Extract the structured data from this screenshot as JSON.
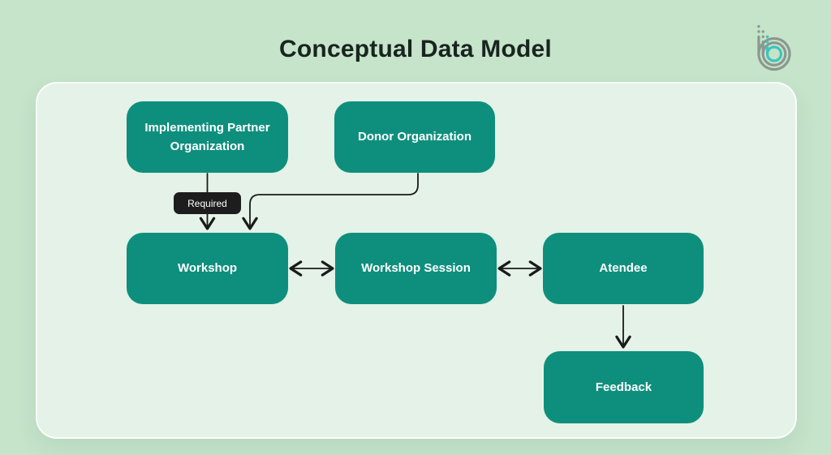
{
  "page": {
    "title": "Conceptual Data Model"
  },
  "logo": {
    "name": "b-monogram-logo"
  },
  "diagram": {
    "nodes": [
      {
        "id": "implementing-partner-organization",
        "label": "Implementing Partner Organization"
      },
      {
        "id": "donor-organization",
        "label": "Donor Organization"
      },
      {
        "id": "workshop",
        "label": "Workshop"
      },
      {
        "id": "workshop-session",
        "label": "Workshop Session"
      },
      {
        "id": "atendee",
        "label": "Atendee"
      },
      {
        "id": "feedback",
        "label": "Feedback"
      }
    ],
    "edges": [
      {
        "from": "Implementing Partner Organization",
        "to": "Workshop",
        "type": "one-way",
        "label": "Required"
      },
      {
        "from": "Donor Organization",
        "to": "Workshop",
        "type": "one-way-elbow",
        "label": ""
      },
      {
        "from": "Workshop",
        "to": "Workshop Session",
        "type": "two-way",
        "label": ""
      },
      {
        "from": "Workshop Session",
        "to": "Atendee",
        "type": "two-way",
        "label": ""
      },
      {
        "from": "Atendee",
        "to": "Feedback",
        "type": "one-way",
        "label": ""
      }
    ],
    "badge": {
      "label": "Required"
    }
  },
  "colors": {
    "canvas_bg": "#c5e4ca",
    "panel_bg": "#e4f2e7",
    "panel_border": "#f6fbf6",
    "node_fill": "#0e8f7d",
    "node_text": "#ffffff",
    "badge_bg": "#1d1d1d",
    "badge_text": "#ffffff",
    "arrow": "#1a1a1a",
    "title_text": "#19241f",
    "logo_gray": "#8a988f",
    "logo_teal": "#3fc3bd"
  }
}
